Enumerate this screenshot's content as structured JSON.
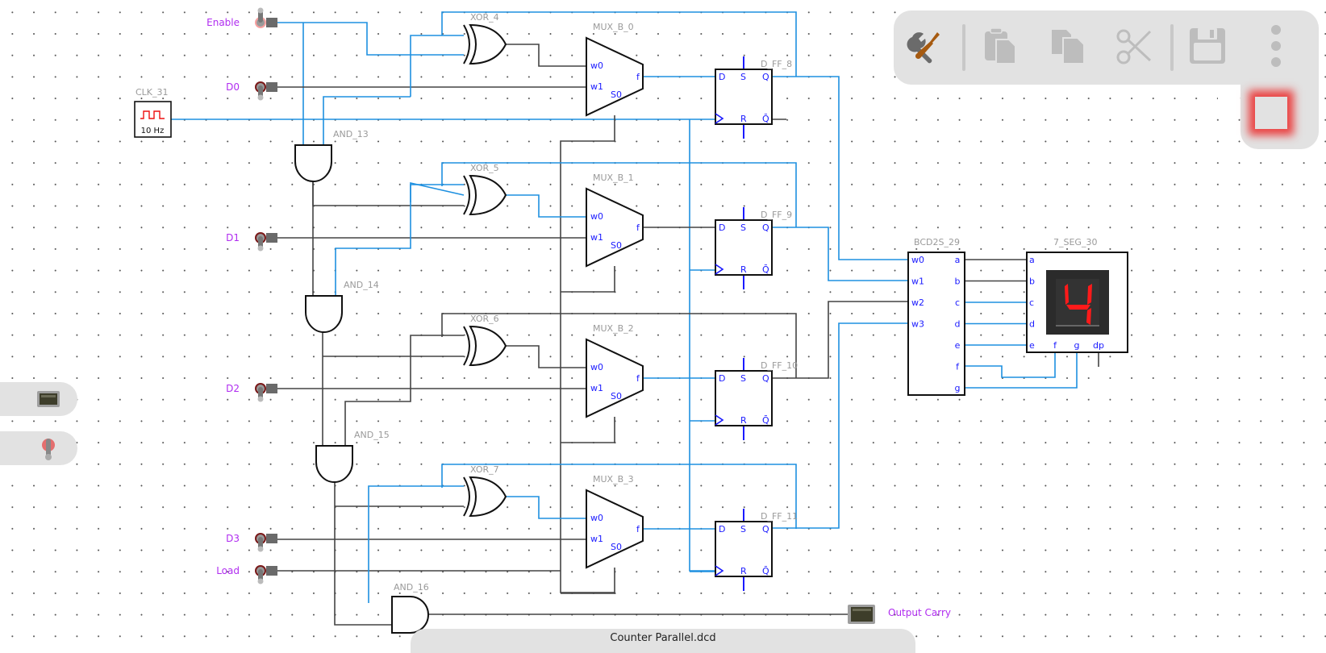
{
  "file": {
    "name": "Counter Parallel.dcd"
  },
  "toolbar": {
    "buttons": [
      {
        "name": "tools",
        "icon": "wrench-screwdriver-icon",
        "enabled": true
      },
      {
        "name": "paste",
        "icon": "paste-icon",
        "enabled": false
      },
      {
        "name": "copy",
        "icon": "copy-icon",
        "enabled": false
      },
      {
        "name": "cut",
        "icon": "scissors-icon",
        "enabled": false
      },
      {
        "name": "save",
        "icon": "floppy-disk-icon",
        "enabled": false
      },
      {
        "name": "more",
        "icon": "more-vertical-icon",
        "enabled": true
      }
    ],
    "stop": {
      "icon": "stop-icon",
      "state": "simulation running"
    }
  },
  "side_palette": [
    {
      "icon": "led-output-icon"
    },
    {
      "icon": "toggle-input-icon"
    }
  ],
  "inputs": [
    {
      "label": "Enable",
      "value": 1
    },
    {
      "label": "D0",
      "value": 0
    },
    {
      "label": "D1",
      "value": 0
    },
    {
      "label": "D2",
      "value": 0
    },
    {
      "label": "D3",
      "value": 0
    },
    {
      "label": "Load",
      "value": 0
    }
  ],
  "clock": {
    "name": "CLK_31",
    "frequency": "10 Hz"
  },
  "gates": {
    "and": [
      "AND_13",
      "AND_14",
      "AND_15",
      "AND_16"
    ],
    "xor": [
      "XOR_4",
      "XOR_5",
      "XOR_6",
      "XOR_7"
    ],
    "mux": [
      "MUX_B_0",
      "MUX_B_1",
      "MUX_B_2",
      "MUX_B_3"
    ],
    "dff": [
      "D_FF_8",
      "D_FF_9",
      "D_FF_10",
      "D_FF_11"
    ]
  },
  "pins": {
    "mux": {
      "in0": "w0",
      "in1": "w1",
      "sel": "S0",
      "out": "f"
    },
    "dff": {
      "d": "D",
      "s": "S",
      "q": "Q",
      "clk": "",
      "r": "R",
      "qn": "Q̄"
    },
    "bcd": {
      "inputs": [
        "w0",
        "w1",
        "w2",
        "w3"
      ],
      "outputs": [
        "a",
        "b",
        "c",
        "d",
        "e",
        "f",
        "g"
      ]
    },
    "seg": {
      "left": [
        "a",
        "b",
        "c",
        "d",
        "e"
      ],
      "bottom": [
        "f",
        "g",
        "dp"
      ]
    }
  },
  "decoder": {
    "name": "BCD2S_29"
  },
  "display": {
    "name": "7_SEG_30",
    "digit": "4"
  },
  "output": {
    "label": "Output Carry",
    "value": 0
  },
  "colors": {
    "wire_high": "#1e90e0",
    "wire_low": "#444444",
    "pin_text": "#1a1aff",
    "io_label": "#b02cf0",
    "segment_on": "#ff1a1a"
  }
}
